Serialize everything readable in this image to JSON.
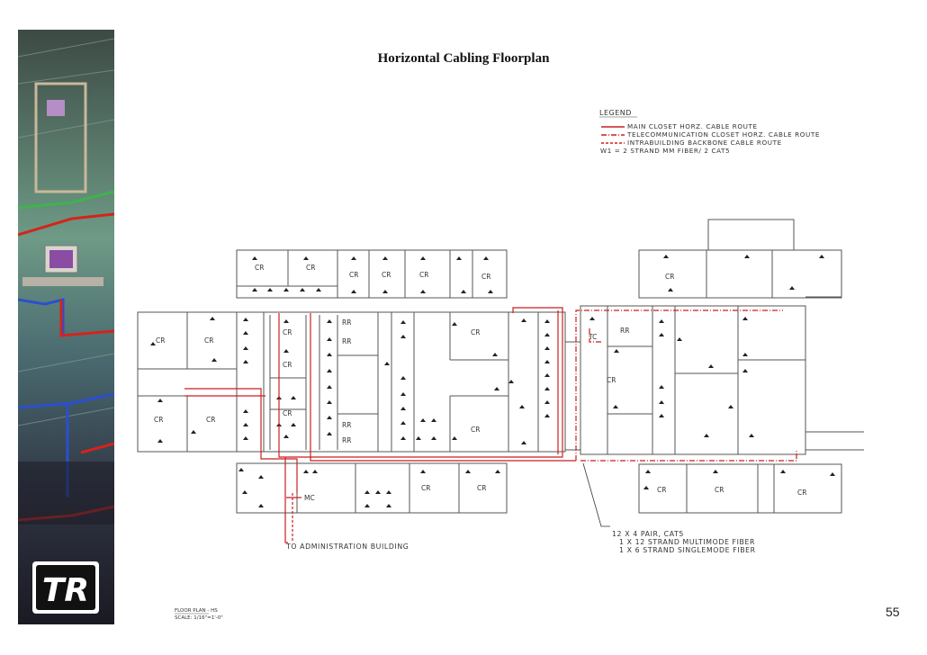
{
  "title": "Horizontal Cabling Floorplan",
  "legend": {
    "heading": "LEGEND",
    "items": [
      {
        "text": "MAIN CLOSET HORZ. CABLE ROUTE",
        "color": "#cc1f1f",
        "style": "solid"
      },
      {
        "text": "TELECOMMUNICATION CLOSET HORZ. CABLE ROUTE",
        "color": "#cc1f1f",
        "style": "dash-dot"
      },
      {
        "text": "INTRABUILDING BACKBONE CABLE ROUTE",
        "color": "#cc1f1f",
        "style": "dashed"
      },
      {
        "text": "W1 = 2 STRAND MM FIBER/ 2 CAT5",
        "color": "",
        "style": "none"
      }
    ]
  },
  "room_labels": {
    "cr": "CR",
    "rr": "RR",
    "mc": "MC",
    "tc": "TC"
  },
  "annotations": {
    "to_admin": "TO ADMINISTRATION BUILDING",
    "cable_spec": [
      "12 X 4 PAIR, CAT5",
      "1 X 12 STRAND MULTIMODE FIBER",
      "1 X 6 STRAND SINGLEMODE FIBER"
    ]
  },
  "scale_note": {
    "line1": "FLOOR PLAN - HS",
    "line2": "SCALE: 1/16\"=1'-0\""
  },
  "logo_text": "TR",
  "page_number": "55",
  "colors": {
    "cable": "#cc1f1f",
    "walls": "#555555",
    "sidebar_green": "#3fb34f",
    "sidebar_red": "#d4241b",
    "sidebar_blue": "#2a4fcf"
  }
}
